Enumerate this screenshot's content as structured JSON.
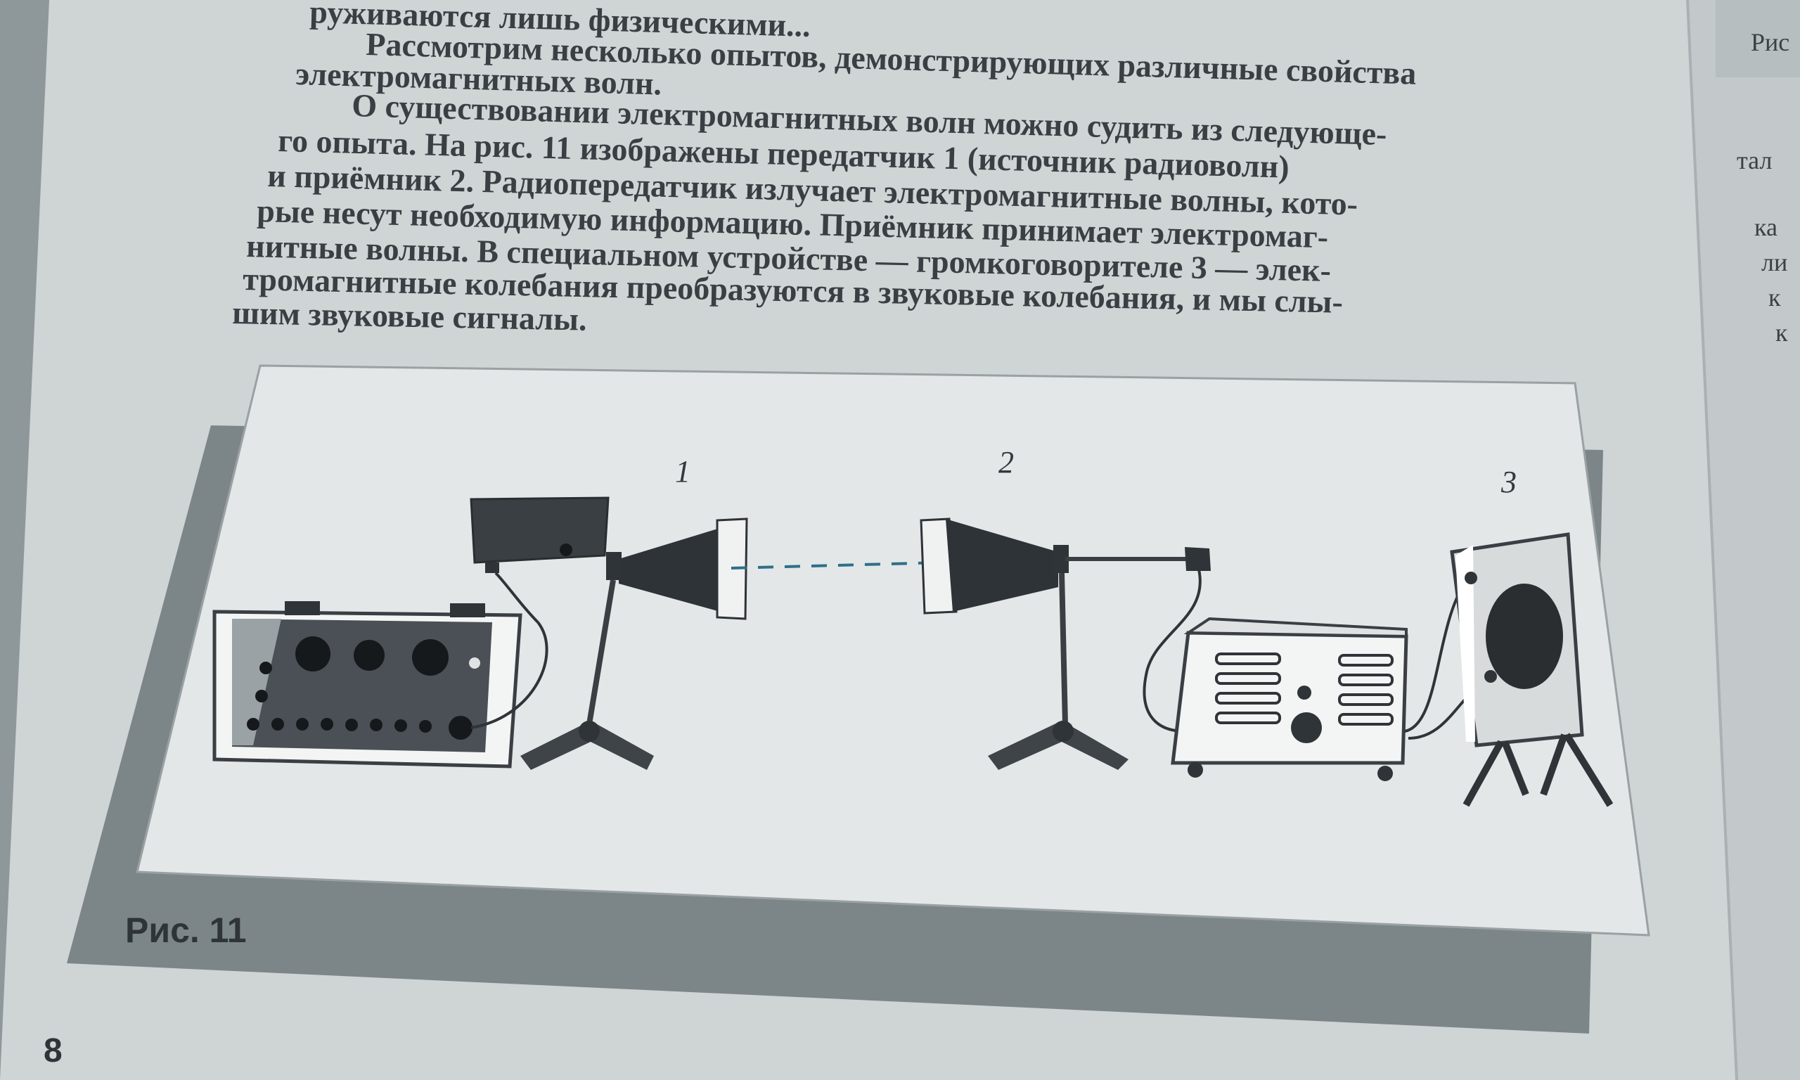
{
  "text_lines": [
    "руживаются лишь физическими...",
    "Рассмотрим несколько опытов, демонстрирующих различные свойства",
    "электромагнитных волн.",
    "О существовании электромагнитных волн можно судить из следующе-",
    "го опыта. На рис. 11 изображены передатчик 1 (источник радиоволн)",
    "и приёмник 2. Радиопередатчик излучает электромагнитные волны, кото-",
    "рые несут необходимую информацию. Приёмник принимает электромаг-",
    "нитные волны. В специальном устройстве — громкоговорителе 3 — элек-",
    "тромагнитные колебания преобразуются в звуковые колебания, и мы слы-",
    "шим звуковые сигналы."
  ],
  "figure": {
    "label_1": "1",
    "label_2": "2",
    "label_3": "3",
    "caption": "Рис. 11"
  },
  "page_number": "8",
  "right_margin_fragments": [
    "Рис",
    "тал",
    "ка",
    "ли",
    "к",
    "к"
  ]
}
